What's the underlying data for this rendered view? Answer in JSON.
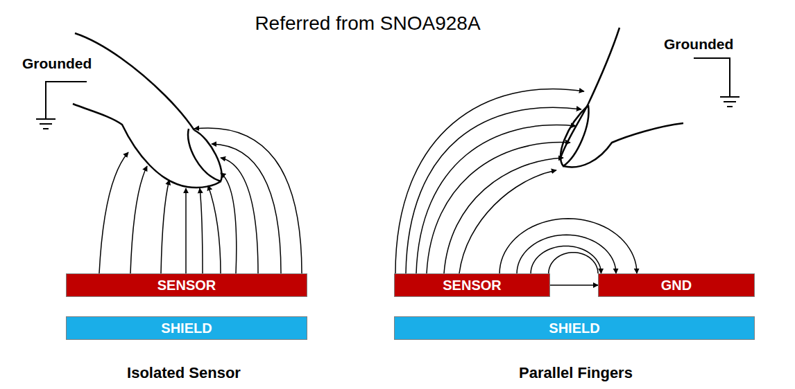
{
  "diagram": {
    "title": "Referred from SNOA928A",
    "nodes": [
      {
        "text": [
          "SENSOR"
        ]
      },
      {
        "text": [
          "SHIELD"
        ]
      },
      {
        "text": [
          "SENSOR"
        ]
      },
      {
        "text": [
          "GND"
        ]
      },
      {
        "text": [
          "SHIELD"
        ]
      }
    ],
    "edges": [
      {
        "from": 2,
        "to": 3,
        "arrow": "none"
      },
      {
        "from": 2,
        "to": 3,
        "arrow": "to"
      },
      {
        "from": 2,
        "to": 3,
        "arrow": "to"
      },
      {
        "from": 2,
        "to": 3,
        "arrow": "to"
      },
      {
        "from": 2,
        "to": 3,
        "arrow": "to"
      }
    ],
    "labels": [
      "Grounded",
      "Grounded",
      "Isolated Sensor",
      "Parallel Fingers"
    ]
  }
}
